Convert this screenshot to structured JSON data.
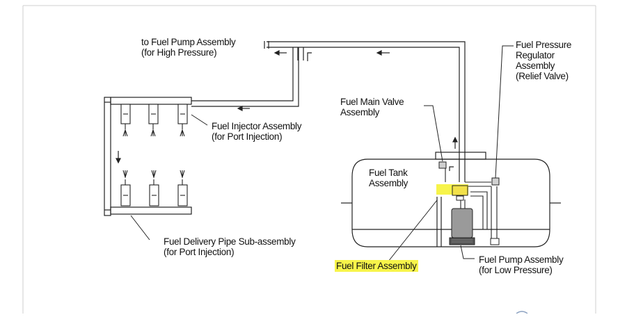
{
  "diagram": {
    "labels": {
      "to_fuel_pump_high": [
        "to Fuel Pump Assembly",
        "(for High Pressure)"
      ],
      "fuel_injector": [
        "Fuel Injector Assembly",
        "(for Port Injection)"
      ],
      "fuel_delivery_pipe": [
        "Fuel Delivery Pipe Sub-assembly",
        "(for Port Injection)"
      ],
      "fuel_main_valve": [
        "Fuel Main Valve",
        "Assembly"
      ],
      "fuel_pressure_regulator": [
        "Fuel Pressure",
        "Regulator",
        "Assembly",
        "(Relief Valve)"
      ],
      "fuel_tank": [
        "Fuel Tank",
        "Assembly"
      ],
      "fuel_filter": "Fuel Filter Assembly",
      "fuel_pump_low": [
        "Fuel Pump Assembly",
        "(for Low Pressure)"
      ]
    },
    "colors": {
      "line": "#222222",
      "highlight": "#f7f44a",
      "frame_border": "#cfcfcf",
      "pump_body": "#9a9a9a"
    }
  }
}
